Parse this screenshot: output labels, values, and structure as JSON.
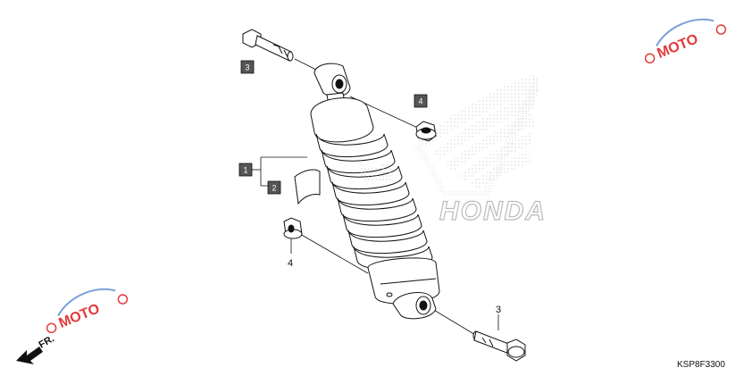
{
  "diagram": {
    "code": "KSP8F3300",
    "front_label": "FR.",
    "brand_watermark": "HONDA",
    "watermark_logo_text": "MOTO",
    "callouts": {
      "box_1": "1",
      "box_2": "2",
      "box_3": "3",
      "box_4": "4",
      "plain_4": "4",
      "plain_3": "3"
    },
    "colors": {
      "line": "#111111",
      "box_fill": "#555555",
      "part_fill": "#ffffff",
      "watermark_red": "#e23a3a",
      "watermark_blue": "#7aa0d8"
    }
  }
}
